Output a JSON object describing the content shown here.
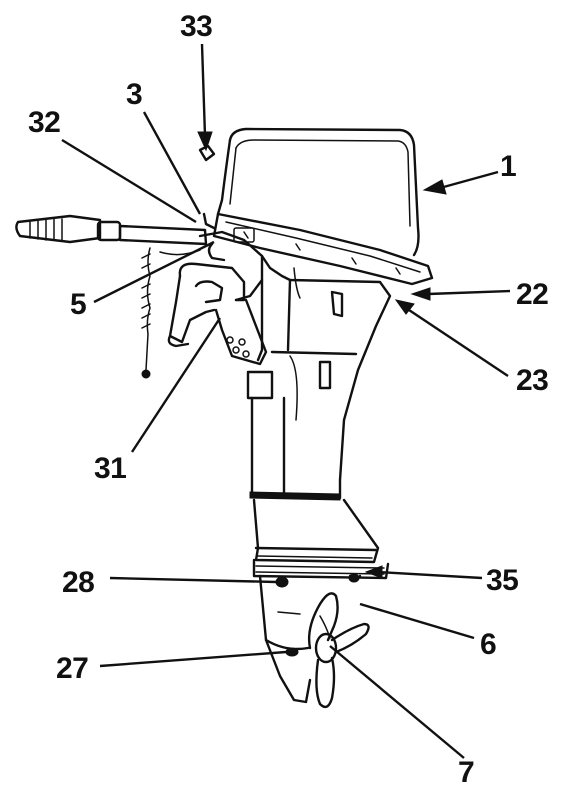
{
  "diagram": {
    "callouts": [
      {
        "id": "33",
        "label": "33"
      },
      {
        "id": "3",
        "label": "3"
      },
      {
        "id": "32",
        "label": "32"
      },
      {
        "id": "1",
        "label": "1"
      },
      {
        "id": "5",
        "label": "5"
      },
      {
        "id": "22",
        "label": "22"
      },
      {
        "id": "23",
        "label": "23"
      },
      {
        "id": "31",
        "label": "31"
      },
      {
        "id": "28",
        "label": "28"
      },
      {
        "id": "35",
        "label": "35"
      },
      {
        "id": "6",
        "label": "6"
      },
      {
        "id": "27",
        "label": "27"
      },
      {
        "id": "7",
        "label": "7"
      }
    ]
  },
  "colors": {
    "ink": "#111111",
    "background": "#ffffff"
  }
}
